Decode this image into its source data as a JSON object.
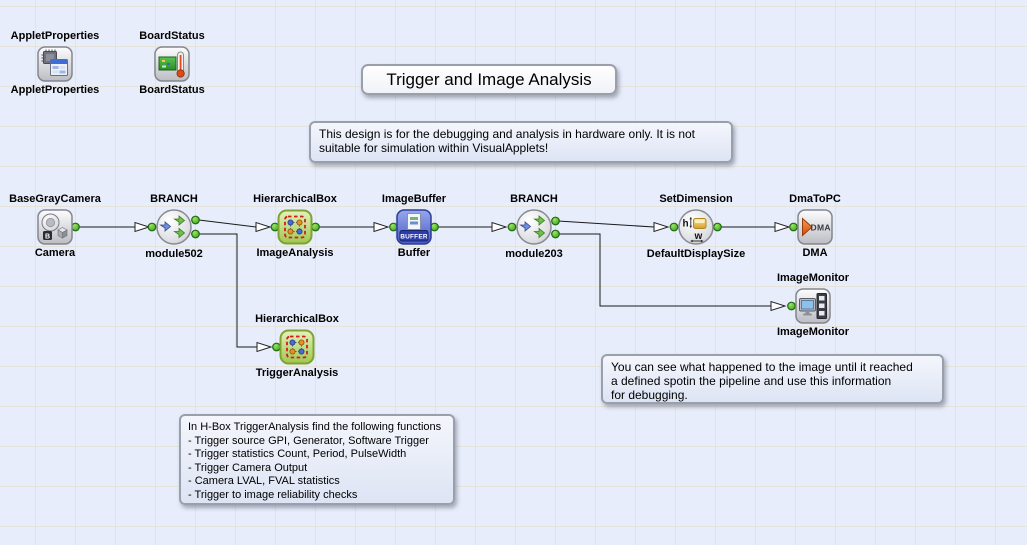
{
  "title_box": {
    "text": "Trigger and Image Analysis"
  },
  "notes": {
    "hardware": {
      "lines": [
        "This design is for the debugging and analysis in hardware only. It is not",
        "suitable for simulation within VisualApplets!"
      ]
    },
    "monitor": {
      "lines": [
        "You can see what happened to the image until it reached",
        "a defined spotin the pipeline and use this information",
        "for debugging."
      ]
    },
    "hbox": {
      "lines": [
        "In H-Box TriggerAnalysis find the following functions",
        "- Trigger source GPI, Generator, Software Trigger",
        "- Trigger statistics Count, Period, PulseWidth",
        "- Trigger Camera Output",
        "- Camera LVAL, FVAL statistics",
        "- Trigger to image reliability checks"
      ]
    }
  },
  "nodes": [
    {
      "id": "applet-properties",
      "type_label": "AppletProperties",
      "name_label": "AppletProperties"
    },
    {
      "id": "board-status",
      "type_label": "BoardStatus",
      "name_label": "BoardStatus"
    },
    {
      "id": "camera",
      "type_label": "BaseGrayCamera",
      "name_label": "Camera",
      "icon_text": "B"
    },
    {
      "id": "module502",
      "type_label": "BRANCH",
      "name_label": "module502"
    },
    {
      "id": "image-analysis",
      "type_label": "HierarchicalBox",
      "name_label": "ImageAnalysis"
    },
    {
      "id": "buffer",
      "type_label": "ImageBuffer",
      "name_label": "Buffer",
      "icon_text": "BUFFER"
    },
    {
      "id": "module203",
      "type_label": "BRANCH",
      "name_label": "module203"
    },
    {
      "id": "set-dimension",
      "type_label": "SetDimension",
      "name_label": "DefaultDisplaySize",
      "icon_text_h": "h",
      "icon_text_w": "w"
    },
    {
      "id": "dma",
      "type_label": "DmaToPC",
      "name_label": "DMA",
      "icon_text": "DMA"
    },
    {
      "id": "image-monitor",
      "type_label": "ImageMonitor",
      "name_label": "ImageMonitor"
    },
    {
      "id": "trigger-analysis",
      "type_label": "HierarchicalBox",
      "name_label": "TriggerAnalysis"
    }
  ],
  "colors": {
    "canvas_bg": "#e8edfb",
    "grid_line": "#e5e3da",
    "port_green": "#3fb31c",
    "note_bg": "#e3e9f7",
    "hbox_green": "#b5d36a",
    "buffer_blue": "#5a6cc8",
    "wire": "#1a1a1a"
  }
}
